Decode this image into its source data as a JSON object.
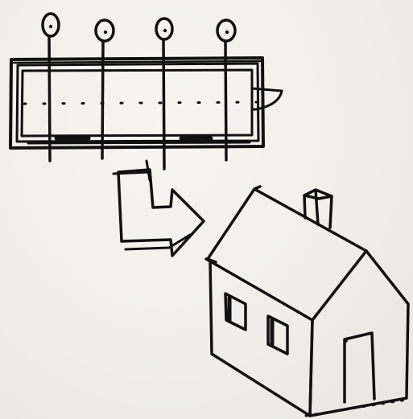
{
  "sketch": {
    "background_color": "#efeeea",
    "ink_color": "#111111",
    "plan_view": {
      "column_markers": 4
    },
    "transition_arrow": {
      "icon": "right-turn-arrow-icon"
    },
    "house": {
      "windows": 2,
      "door": 1,
      "chimney": 1
    }
  }
}
